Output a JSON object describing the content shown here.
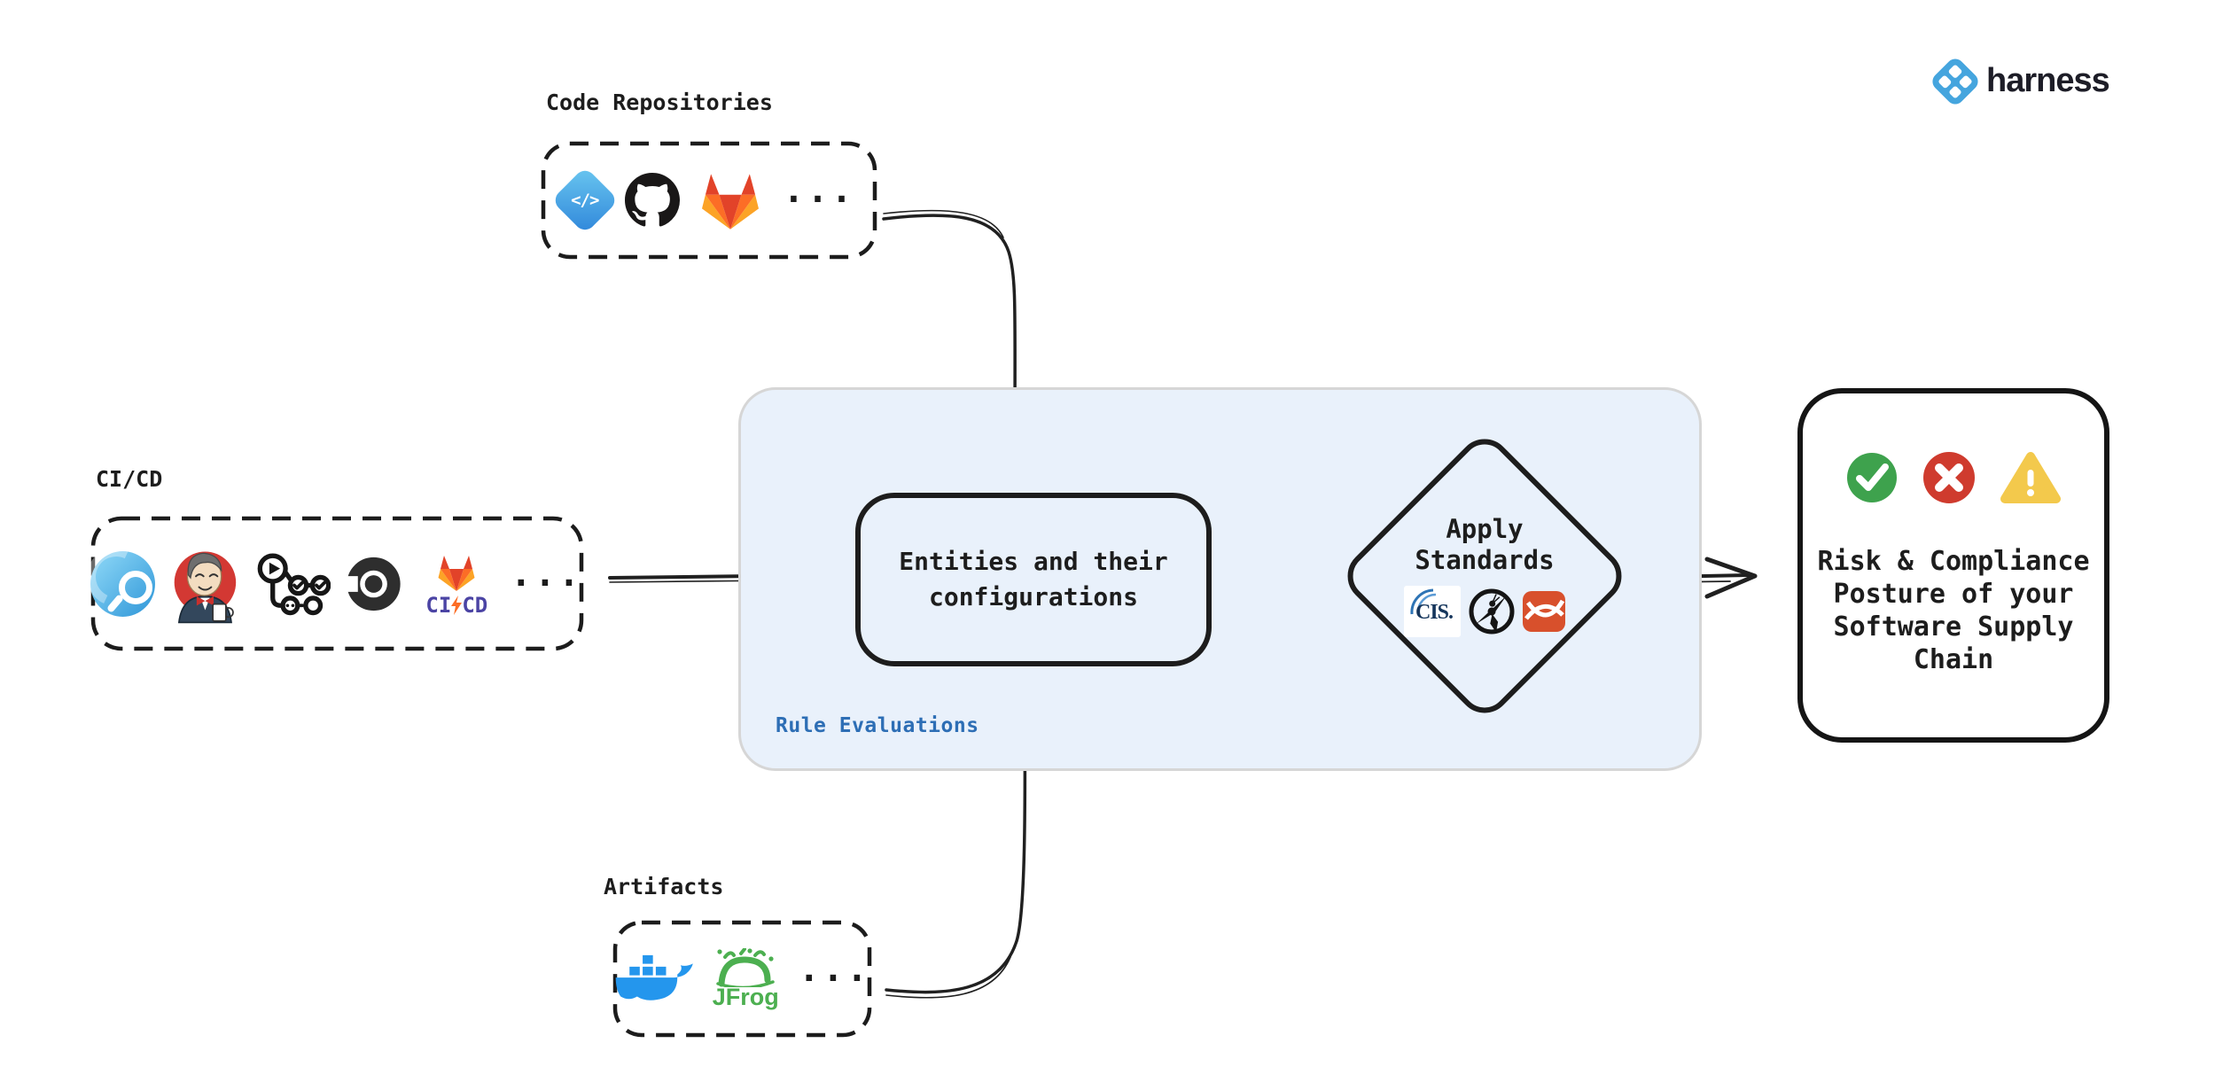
{
  "brand": {
    "word": "harness",
    "accent_blue": "#45A5DE",
    "text_color": "#1D1D27"
  },
  "sources": {
    "code_repositories": {
      "label": "Code Repositories",
      "more": "...",
      "icons": [
        "harness-code-icon",
        "github-icon",
        "gitlab-icon"
      ]
    },
    "cicd": {
      "label": "CI/CD",
      "more": "...",
      "gitlab_ci_left": "CI",
      "gitlab_ci_right": "CD",
      "icons": [
        "harness-ci-icon",
        "jenkins-icon",
        "github-actions-icon",
        "circleci-icon",
        "gitlab-cicd-icon"
      ]
    },
    "artifacts": {
      "label": "Artifacts",
      "more": "...",
      "jfrog_word": "JFrog",
      "icons": [
        "docker-icon",
        "jfrog-icon"
      ]
    }
  },
  "panel": {
    "label": "Rule Evaluations",
    "label_color": "#2D6EB5",
    "fill": "#E9F1FB"
  },
  "entities_box": {
    "lines": [
      "Entities and their",
      "configurations"
    ]
  },
  "apply_standards": {
    "lines": [
      "Apply",
      "Standards"
    ],
    "cis_word": "CIS.",
    "icons": [
      "cis-logo",
      "owasp-logo",
      "standards-badge"
    ]
  },
  "outcome": {
    "lines": [
      "Risk & Compliance",
      "Posture of your",
      "Software Supply",
      "Chain"
    ],
    "status_icons": [
      "pass-check-icon",
      "fail-x-icon",
      "warning-icon"
    ],
    "status_colors": {
      "pass": "#3EA24D",
      "fail": "#CF3B2E",
      "warn": "#F3C94C"
    }
  }
}
